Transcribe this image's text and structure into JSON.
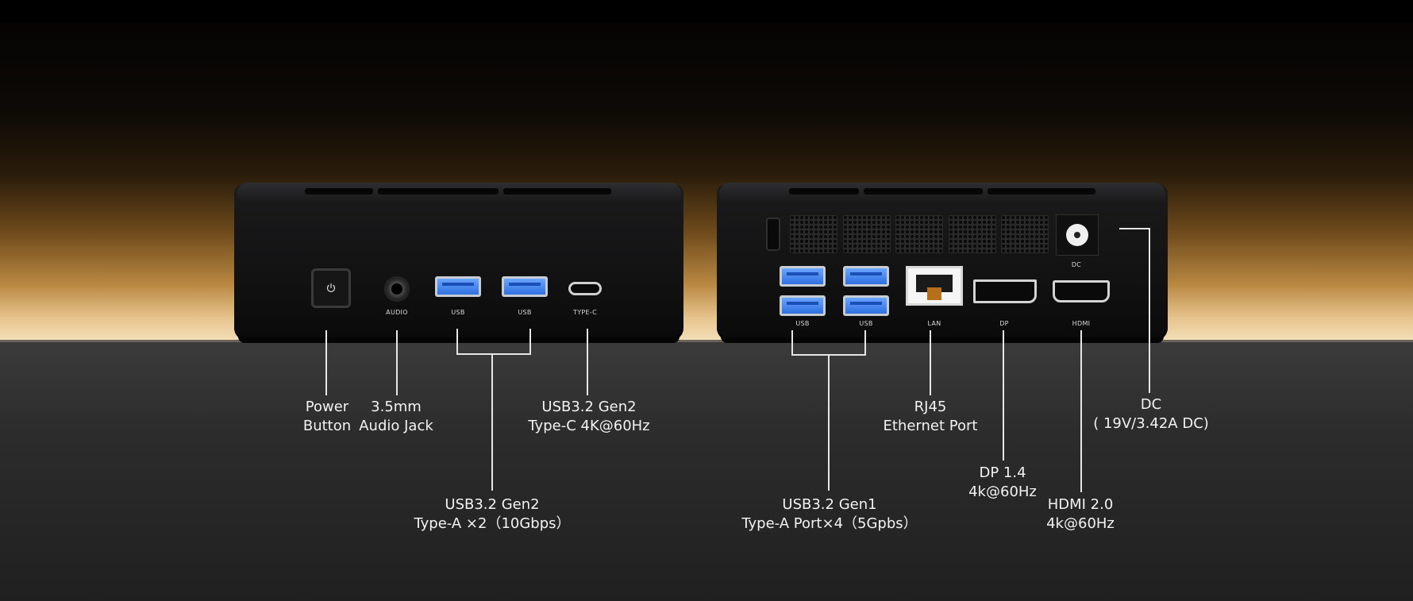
{
  "port_labels": {
    "audio": "AUDIO",
    "usb_a1": "USB",
    "usb_a2": "USB",
    "type_c": "TYPE-C",
    "dc": "DC",
    "usb_b1": "USB",
    "usb_b2": "USB",
    "lan": "LAN",
    "dp": "DP",
    "hdmi": "HDMI"
  },
  "callouts": {
    "power": "Power\nButton",
    "audio_jack": "3.5mm\nAudio Jack",
    "typec": "USB3.2 Gen2\nType-C 4K@60Hz",
    "usb_front": "USB3.2 Gen2\nType-A ×2（10Gbps）",
    "usb_rear": "USB3.2 Gen1\nType-A Port×4（5Gpbs）",
    "rj45": "RJ45\nEthernet Port",
    "dp": "DP 1.4\n4k@60Hz",
    "hdmi": "HDMI 2.0\n4k@60Hz",
    "dc": "DC\n( 19V/3.42A DC)"
  },
  "colors": {
    "usb_blue": "#2f6fe0",
    "accent_orange": "#b86f1c",
    "glow": "#f3dfb9"
  },
  "icons": [
    "power-icon"
  ]
}
